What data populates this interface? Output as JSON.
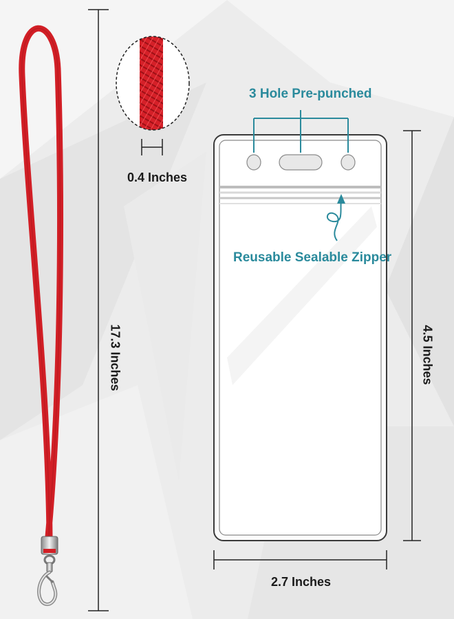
{
  "lanyard": {
    "color": "#d21f26",
    "width_label": "0.4 Inches",
    "length_label": "17.3 Inches"
  },
  "pouch": {
    "holes_label": "3 Hole Pre-punched",
    "zipper_label": "Reusable Sealable Zipper",
    "height_label": "4.5 Inches",
    "width_label": "2.7 Inches"
  },
  "colors": {
    "annotation_teal": "#2a8a9c",
    "dimension_text": "#1a1a1a",
    "background": "#ececec"
  }
}
